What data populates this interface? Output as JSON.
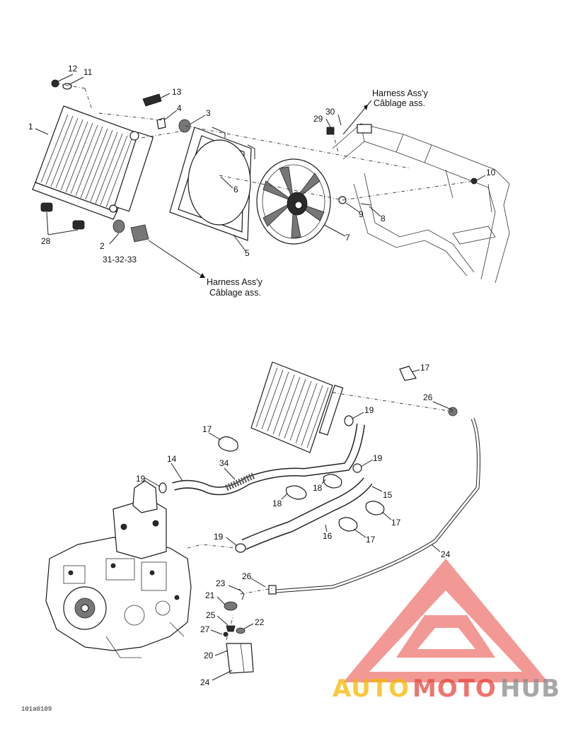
{
  "callouts_top": {
    "c1": "1",
    "c2": "2",
    "c3": "3",
    "c4": "4",
    "c5": "5",
    "c6": "6",
    "c7": "7",
    "c8": "8",
    "c9": "9",
    "c10": "10",
    "c11": "11",
    "c12": "12",
    "c13": "13",
    "c28": "28",
    "c29": "29",
    "c30": "30",
    "c313233": "31-32-33"
  },
  "harness_top": {
    "line1": "Harness Ass'y",
    "line2": "Câblage ass."
  },
  "harness_bottom": {
    "line1": "Harness Ass'y",
    "line2": "Câblage ass."
  },
  "callouts_bottom": {
    "c14": "14",
    "c15": "15",
    "c16": "16",
    "c17a": "17",
    "c17b": "17",
    "c17c": "17",
    "c17d": "17",
    "c18a": "18",
    "c18b": "18",
    "c19a": "19",
    "c19b": "19",
    "c19c": "19",
    "c19d": "19",
    "c20": "20",
    "c21": "21",
    "c22": "22",
    "c23": "23",
    "c24a": "24",
    "c24b": "24",
    "c25": "25",
    "c26a": "26",
    "c26b": "26",
    "c27": "27",
    "c34": "34"
  },
  "figure_code": "101a0109",
  "watermark": {
    "part1": "AUTO",
    "part2": "MOTO",
    "part3": "HUB",
    "color_yellow": "#f5b800",
    "color_red": "#e8473f",
    "color_gray": "#8a8a8a"
  }
}
